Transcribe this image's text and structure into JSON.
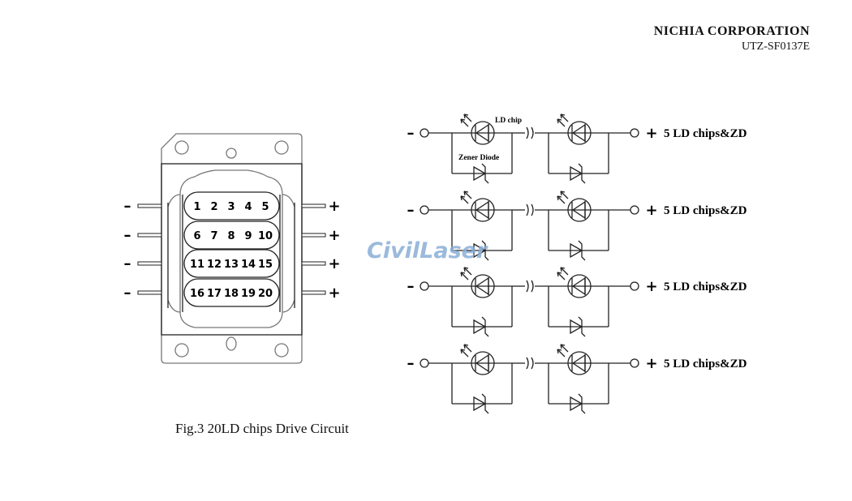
{
  "header": {
    "company": "NICHIA  CORPORATION",
    "doc_id": "UTZ-SF0137E"
  },
  "package": {
    "rows": [
      [
        "1",
        "2",
        "3",
        "4",
        "5"
      ],
      [
        "6",
        "7",
        "8",
        "9",
        "10"
      ],
      [
        "11",
        "12",
        "13",
        "14",
        "15"
      ],
      [
        "16",
        "17",
        "18",
        "19",
        "20"
      ]
    ],
    "left_sign": "–",
    "right_sign": "+"
  },
  "circuit": {
    "row_label": "5 LD chips&ZD",
    "row_labels": [
      "5 LD chips&ZD",
      "5 LD chips&ZD",
      "5 LD chips&ZD",
      "5 LD chips&ZD"
    ],
    "neg_sign": "–",
    "pos_sign": "+",
    "ld_chip_label": "LD chip",
    "zener_label": "Zener Diode"
  },
  "watermark": "CivilLaser",
  "caption": "Fig.3 20LD chips Drive Circuit"
}
